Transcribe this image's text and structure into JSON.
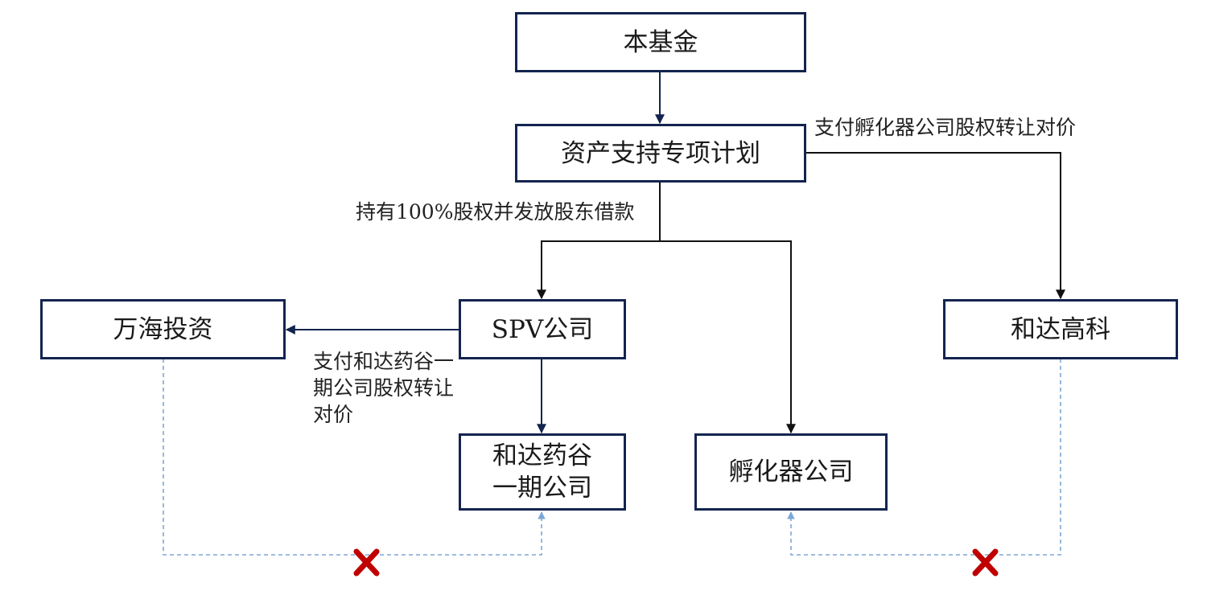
{
  "nodes": {
    "fund": "本基金",
    "abs_plan": "资产支持专项计划",
    "spv": "SPV公司",
    "wanhai": "万海投资",
    "heda_gaoke": "和达高科",
    "heda_yaogu": "和达药谷\n一期公司",
    "incubator": "孵化器公司"
  },
  "edges": {
    "plan_to_spv_incubator": "持有100%股权并发放股东借款",
    "plan_to_gaoke": "支付孵化器公司股权转让对价",
    "spv_to_wanhai": "支付和达药谷一期公司股权转让对价"
  },
  "colors": {
    "box_border": "#13244f",
    "solid_arrow_navy": "#13244f",
    "solid_arrow_black": "#111111",
    "dashed_line": "#7da7d9",
    "cross_mark": "#c00000"
  },
  "icons": {
    "transfer_blocked": "red-cross-icon"
  }
}
